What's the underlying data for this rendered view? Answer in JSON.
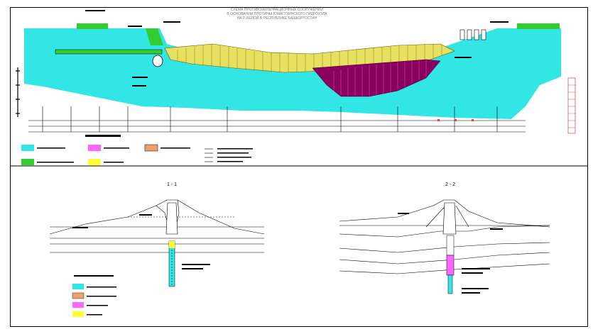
{
  "title": {
    "line1": "СХЕМА ПРОТИВОФИЛЬТРАЦИОННЫХ СООРУЖЕНИЙ",
    "line2": "В ОСНОВАНИИ ПЛОТИНЫ ЮМАГУЗИНСКОГО ГИДРОУЗЛА",
    "line3": "НА Р. БЕЛОЙ В РЕСПУБЛИКЕ БАШКОРТОСТАН"
  },
  "sections": {
    "left_label": "1 - 1",
    "right_label": "2 - 2"
  },
  "colors": {
    "water": "#33e6e6",
    "grass": "#33cc33",
    "pink": "#ff66ff",
    "orange": "#f0a070",
    "yellow": "#ffff33",
    "magenta_dark": "#a0006a",
    "dam_fill": "#e8e060",
    "wall": "#ff3333"
  }
}
